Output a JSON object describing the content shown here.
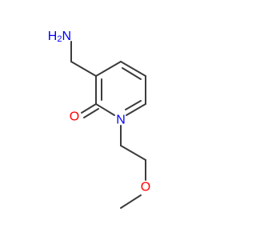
{
  "molecule": {
    "atoms": {
      "amine": {
        "symbol": "H2N",
        "color": "#0000ff"
      },
      "carbonyl_oxygen": {
        "symbol": "O",
        "color": "#ff0000"
      },
      "ring_nitrogen": {
        "symbol": "N",
        "color": "#0000ff"
      },
      "ether_oxygen": {
        "symbol": "O",
        "color": "#ff0000"
      }
    },
    "bond_color": "#3b3b3b"
  }
}
